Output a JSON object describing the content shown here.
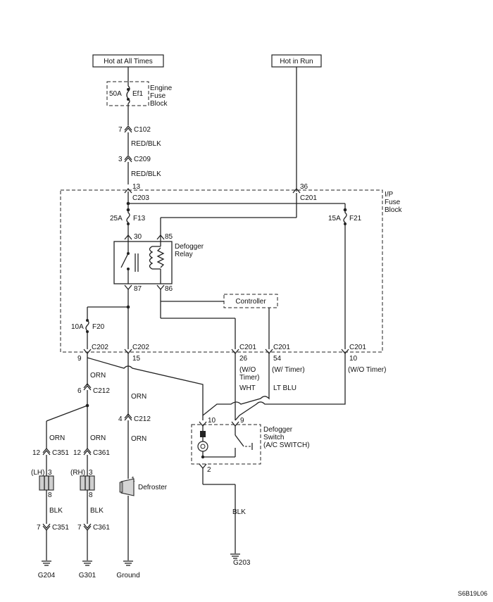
{
  "diagram": {
    "power": {
      "hot_at_all_times": "Hot at All Times",
      "hot_in_run": "Hot in Run"
    },
    "engine_fuse_block": {
      "rating": "50A",
      "fuse": "Ef1",
      "label_1": "Engine",
      "label_2": "Fuse",
      "label_3": "Block"
    },
    "connectors": {
      "c102": {
        "pin": "7",
        "name": "C102"
      },
      "c209": {
        "pin": "3",
        "name": "C209"
      },
      "c203": {
        "pin": "13",
        "name": "C203"
      },
      "c201_in": {
        "pin": "36",
        "name": "C201"
      },
      "c202_left": {
        "pin": "9",
        "name": "C202"
      },
      "c202_mid": {
        "pin": "15",
        "name": "C202"
      },
      "c201_a": {
        "pin": "26",
        "name": "C201"
      },
      "c201_b": {
        "pin": "54",
        "name": "C201"
      },
      "c201_c": {
        "pin": "10",
        "name": "C201"
      },
      "c212_top": {
        "pin": "6",
        "name": "C212"
      },
      "c212_mid": {
        "pin": "4",
        "name": "C212"
      },
      "c351_top": {
        "pin": "12",
        "name": "C351"
      },
      "c361_top": {
        "pin": "12",
        "name": "C361"
      },
      "c351_bot": {
        "pin": "7",
        "name": "C351"
      },
      "c361_bot": {
        "pin": "7",
        "name": "C361"
      }
    },
    "wires": {
      "red_blk_1": "RED/BLK",
      "red_blk_2": "RED/BLK",
      "orn_1": "ORN",
      "orn_2": "ORN",
      "orn_3": "ORN",
      "orn_4": "ORN",
      "orn_5": "ORN",
      "blk_1": "BLK",
      "blk_2": "BLK",
      "blk_3": "BLK",
      "wht": "WHT",
      "lt_blu": "LT BLU"
    },
    "ip_fuse_block": {
      "label_1": "I/P",
      "label_2": "Fuse",
      "label_3": "Block",
      "f13": {
        "rating": "25A",
        "name": "F13"
      },
      "f21": {
        "rating": "15A",
        "name": "F21"
      },
      "f20": {
        "rating": "10A",
        "name": "F20"
      }
    },
    "relay": {
      "label_1": "Defogger",
      "label_2": "Relay",
      "pin_30": "30",
      "pin_85": "85",
      "pin_87": "87",
      "pin_86": "86"
    },
    "controller": "Controller",
    "notes": {
      "wo_timer_1": "(W/O",
      "wo_timer_2": "Timer)",
      "w_timer": "(W/ Timer)",
      "wo_timer_3": "(W/O Timer)"
    },
    "switch": {
      "label_1": "Defogger",
      "label_2": "Switch",
      "label_3": "(A/C SWITCH)",
      "pin_10": "10",
      "pin_9": "9",
      "pin_2": "2"
    },
    "heaters": {
      "lh": {
        "side": "(LH)",
        "pin_top": "3",
        "pin_bot": "8"
      },
      "rh": {
        "side": "(RH)",
        "pin_top": "3",
        "pin_bot": "8"
      }
    },
    "defroster": {
      "pin": "1",
      "label": "Defroster"
    },
    "grounds": {
      "g204": "G204",
      "g301": "G301",
      "ground": "Ground",
      "g203": "G203"
    },
    "figure_code": "S6B19L06"
  }
}
